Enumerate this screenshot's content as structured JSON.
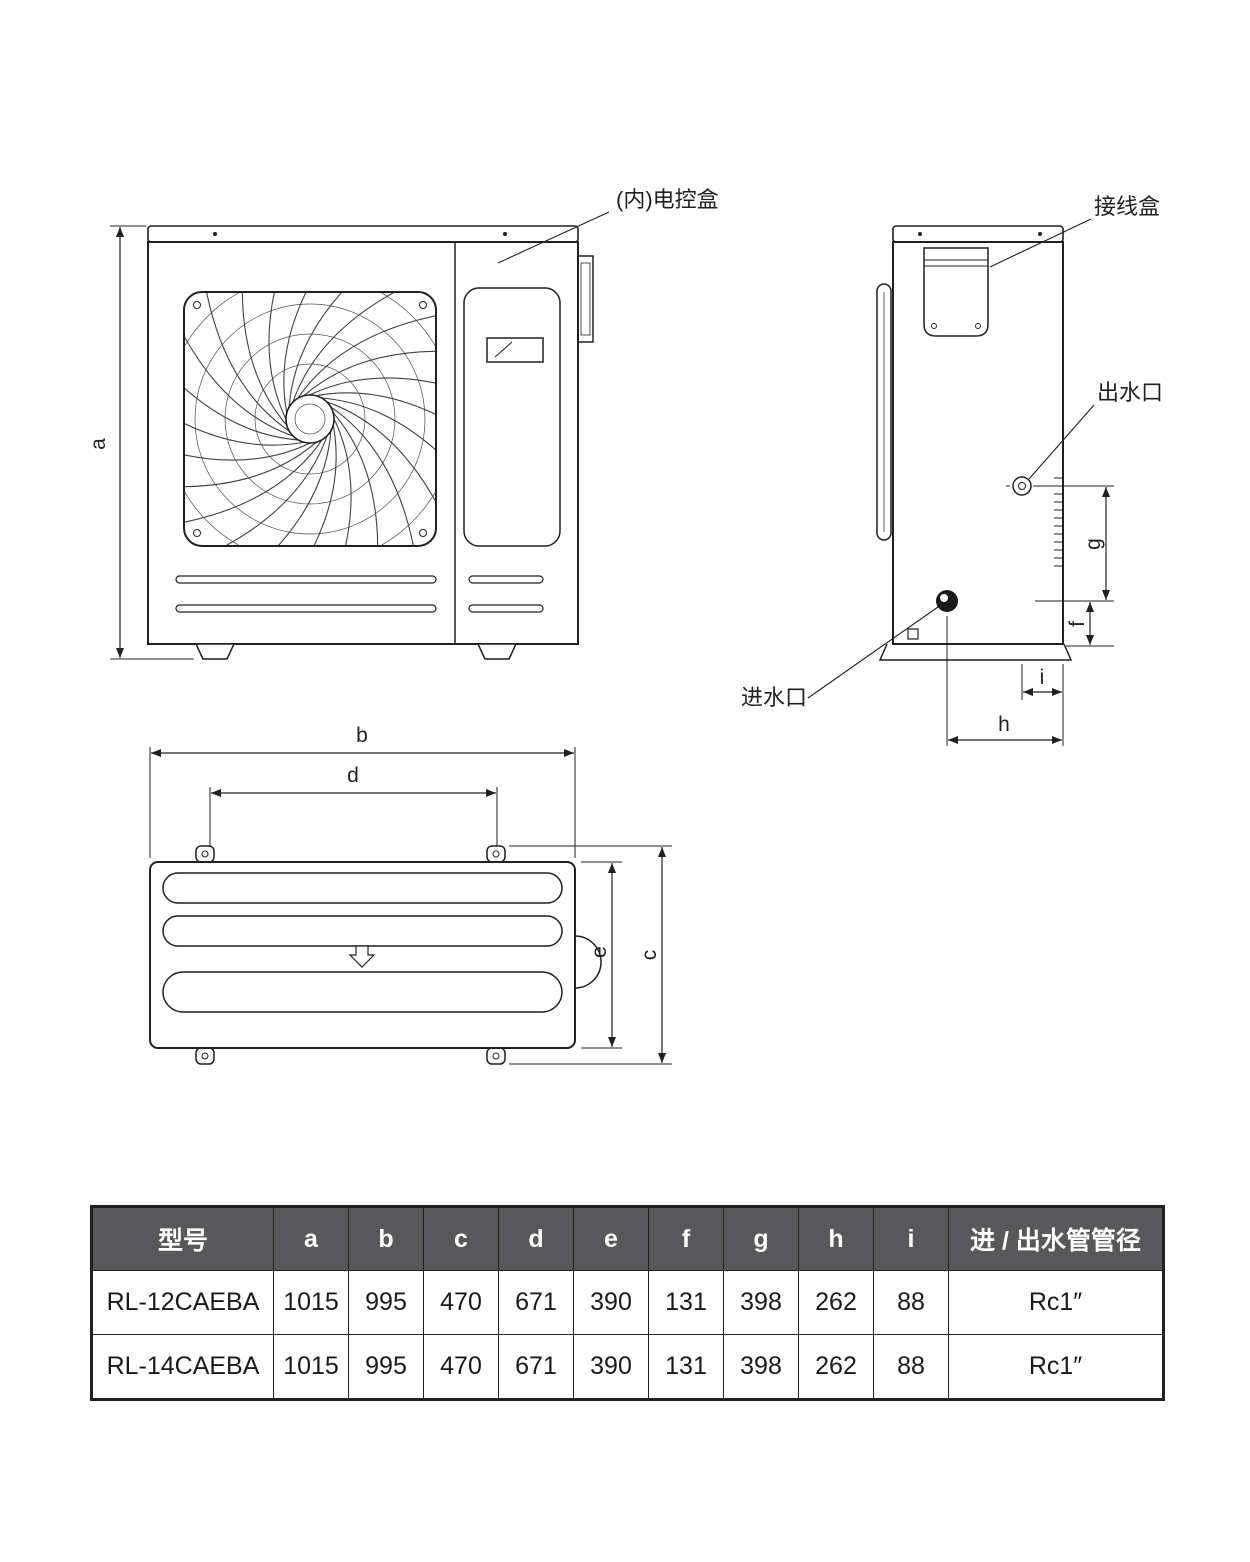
{
  "drawing": {
    "front_view": {
      "control_box_label": "(内)电控盒",
      "dim_a": "a"
    },
    "side_view": {
      "junction_box_label": "接线盒",
      "water_outlet_label": "出水口",
      "water_inlet_label": "进水口",
      "dim_f": "f",
      "dim_g": "g",
      "dim_h": "h",
      "dim_i": "i"
    },
    "top_view": {
      "dim_b": "b",
      "dim_c": "c",
      "dim_d": "d",
      "dim_e": "e"
    }
  },
  "table": {
    "headers": [
      "型号",
      "a",
      "b",
      "c",
      "d",
      "e",
      "f",
      "g",
      "h",
      "i",
      "进 / 出水管管径"
    ],
    "rows": [
      [
        "RL-12CAEBA",
        "1015",
        "995",
        "470",
        "671",
        "390",
        "131",
        "398",
        "262",
        "88",
        "Rc1″"
      ],
      [
        "RL-14CAEBA",
        "1015",
        "995",
        "470",
        "671",
        "390",
        "131",
        "398",
        "262",
        "88",
        "Rc1″"
      ]
    ]
  },
  "colors": {
    "line": "#231f20",
    "table_header_bg": "#58585a",
    "table_header_text": "#ffffff"
  }
}
